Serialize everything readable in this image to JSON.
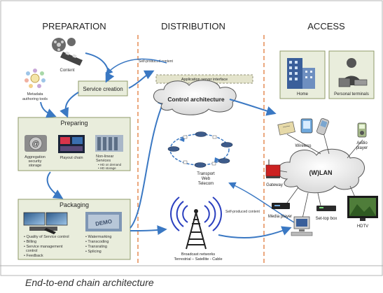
{
  "sections": {
    "preparation": "PREPARATION",
    "distribution": "DISTRIBUTION",
    "access": "ACCESS"
  },
  "preparation": {
    "content_label": "Content",
    "metadata_label_1": "Metadata",
    "metadata_label_2": "authoring tools",
    "service_creation": "Service creation",
    "preparing_title": "Preparing",
    "preparing_items": {
      "aggregation": [
        "Aggregation",
        "security",
        "storage"
      ],
      "playout": "Playout chain",
      "nonlinear": [
        "Non-linear",
        "Services"
      ],
      "nonlinear_bullets": [
        "HD on demand",
        "HD storage"
      ]
    },
    "packaging_title": "Packaging",
    "packaging_left_bullets": [
      "Quality of Service control",
      "Billing",
      "Service management",
      "control",
      "Feedback"
    ],
    "packaging_right_bullets": [
      "Watermarking",
      "Transcoding",
      "Transrating",
      "Splicing"
    ]
  },
  "distribution": {
    "self_produced_top": "Self-produced content",
    "app_server_interface": "Application server interface",
    "control_architecture": "Control architecture",
    "transport_lines": [
      "Transport",
      "Web",
      "Telecom"
    ],
    "broadcast_lines": [
      "Broadcast networks",
      "Terrestrial – Satellite - Cable"
    ],
    "self_produced_bottom": "Self-produced content"
  },
  "access": {
    "home": "Home",
    "personal_terminals": "Personal terminals",
    "wireless": "Wireless",
    "audio_player": [
      "Audio",
      "player"
    ],
    "gateway": "Gateway",
    "wlan": "(W)LAN",
    "media_player": "Media player",
    "set_top_box": "Set-top box",
    "hdtv": "HDTV"
  },
  "caption": "End-to-end chain architecture",
  "colors": {
    "box_fill": "#e9eddc",
    "box_border": "#8f9a68",
    "arrow": "#3a78c3",
    "divider": "#e07a3a"
  }
}
